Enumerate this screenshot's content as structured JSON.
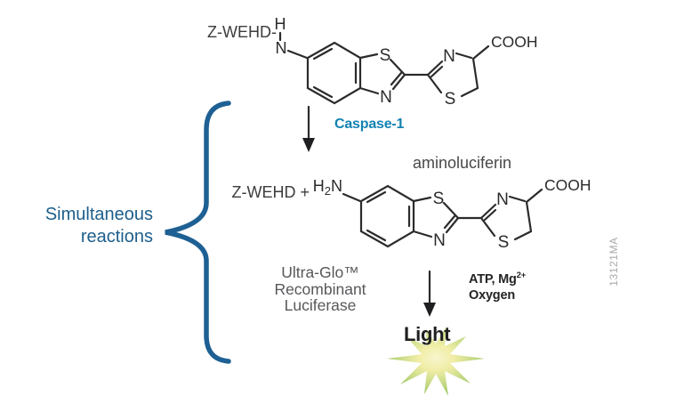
{
  "colors": {
    "accent_blue": "#1d5e8c",
    "caspase_blue": "#1282b2",
    "ink": "#2b2b2d",
    "gray_text": "#57585b",
    "dark_gray_text": "#48484a",
    "watermark_gray": "#a8aaad",
    "burst_center": "#f8f6cd",
    "burst_edge": "#8cbb51"
  },
  "brace_label": {
    "line1": "Simultaneous",
    "line2": "reactions"
  },
  "substrate": {
    "peptide": "Z-WEHD-",
    "amine_h": "H",
    "amine_n": "N",
    "ring_s1": "S",
    "ring_n1": "N",
    "ring_n2": "N",
    "ring_s2": "S",
    "carboxyl": "COOH"
  },
  "step1": {
    "enzyme": "Caspase-1"
  },
  "product": {
    "peptide": "Z-WEHD +",
    "name": "aminoluciferin",
    "amine_h": "H",
    "amine_sub": "2",
    "amine_n": "N",
    "ring_s1": "S",
    "ring_n1": "N",
    "ring_n2": "N",
    "ring_s2": "S",
    "carboxyl": "COOH"
  },
  "step2": {
    "enzyme_line1": "Ultra-Glo™",
    "enzyme_line2": "Recombinant",
    "enzyme_line3": "Luciferase",
    "cofactors": "ATP, Mg",
    "cofactors_sup": "2+",
    "cofactors_line2": "Oxygen"
  },
  "result": {
    "label": "Light"
  },
  "watermark": "13121MA"
}
